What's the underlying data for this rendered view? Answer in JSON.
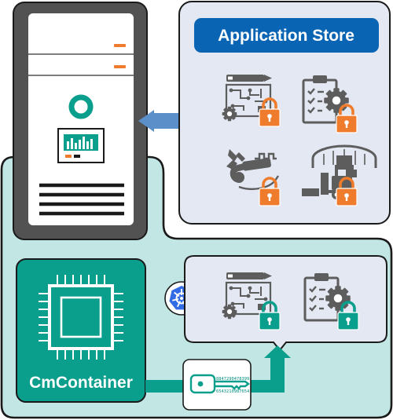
{
  "store": {
    "title": "Application Store",
    "apps": [
      {
        "icon": "circuit-design-icon",
        "locked": true
      },
      {
        "icon": "clipboard-gear-icon",
        "locked": true
      },
      {
        "icon": "robot-arm-icon",
        "locked": true
      },
      {
        "icon": "forklift-warehouse-icon",
        "locked": true
      }
    ]
  },
  "container": {
    "label": "CmContainer",
    "apps": [
      {
        "icon": "circuit-design-icon",
        "locked": true
      },
      {
        "icon": "clipboard-gear-icon",
        "locked": true
      }
    ],
    "orchestrator_icon": "kubernetes-icon"
  },
  "key": {
    "code_line_1": "8847290478399",
    "code_line_2": "6543210987654"
  },
  "colors": {
    "teal_dark": "#0a9e8c",
    "teal_light": "#c2e6e3",
    "store_bg": "#e3e8f3",
    "store_blue": "#0a64b4",
    "lock_orange": "#ef7c2c",
    "lock_teal": "#0a9e8c",
    "icon_gray": "#5d5d5d",
    "server_gray": "#525252",
    "arrow_blue": "#5b8fc9"
  }
}
